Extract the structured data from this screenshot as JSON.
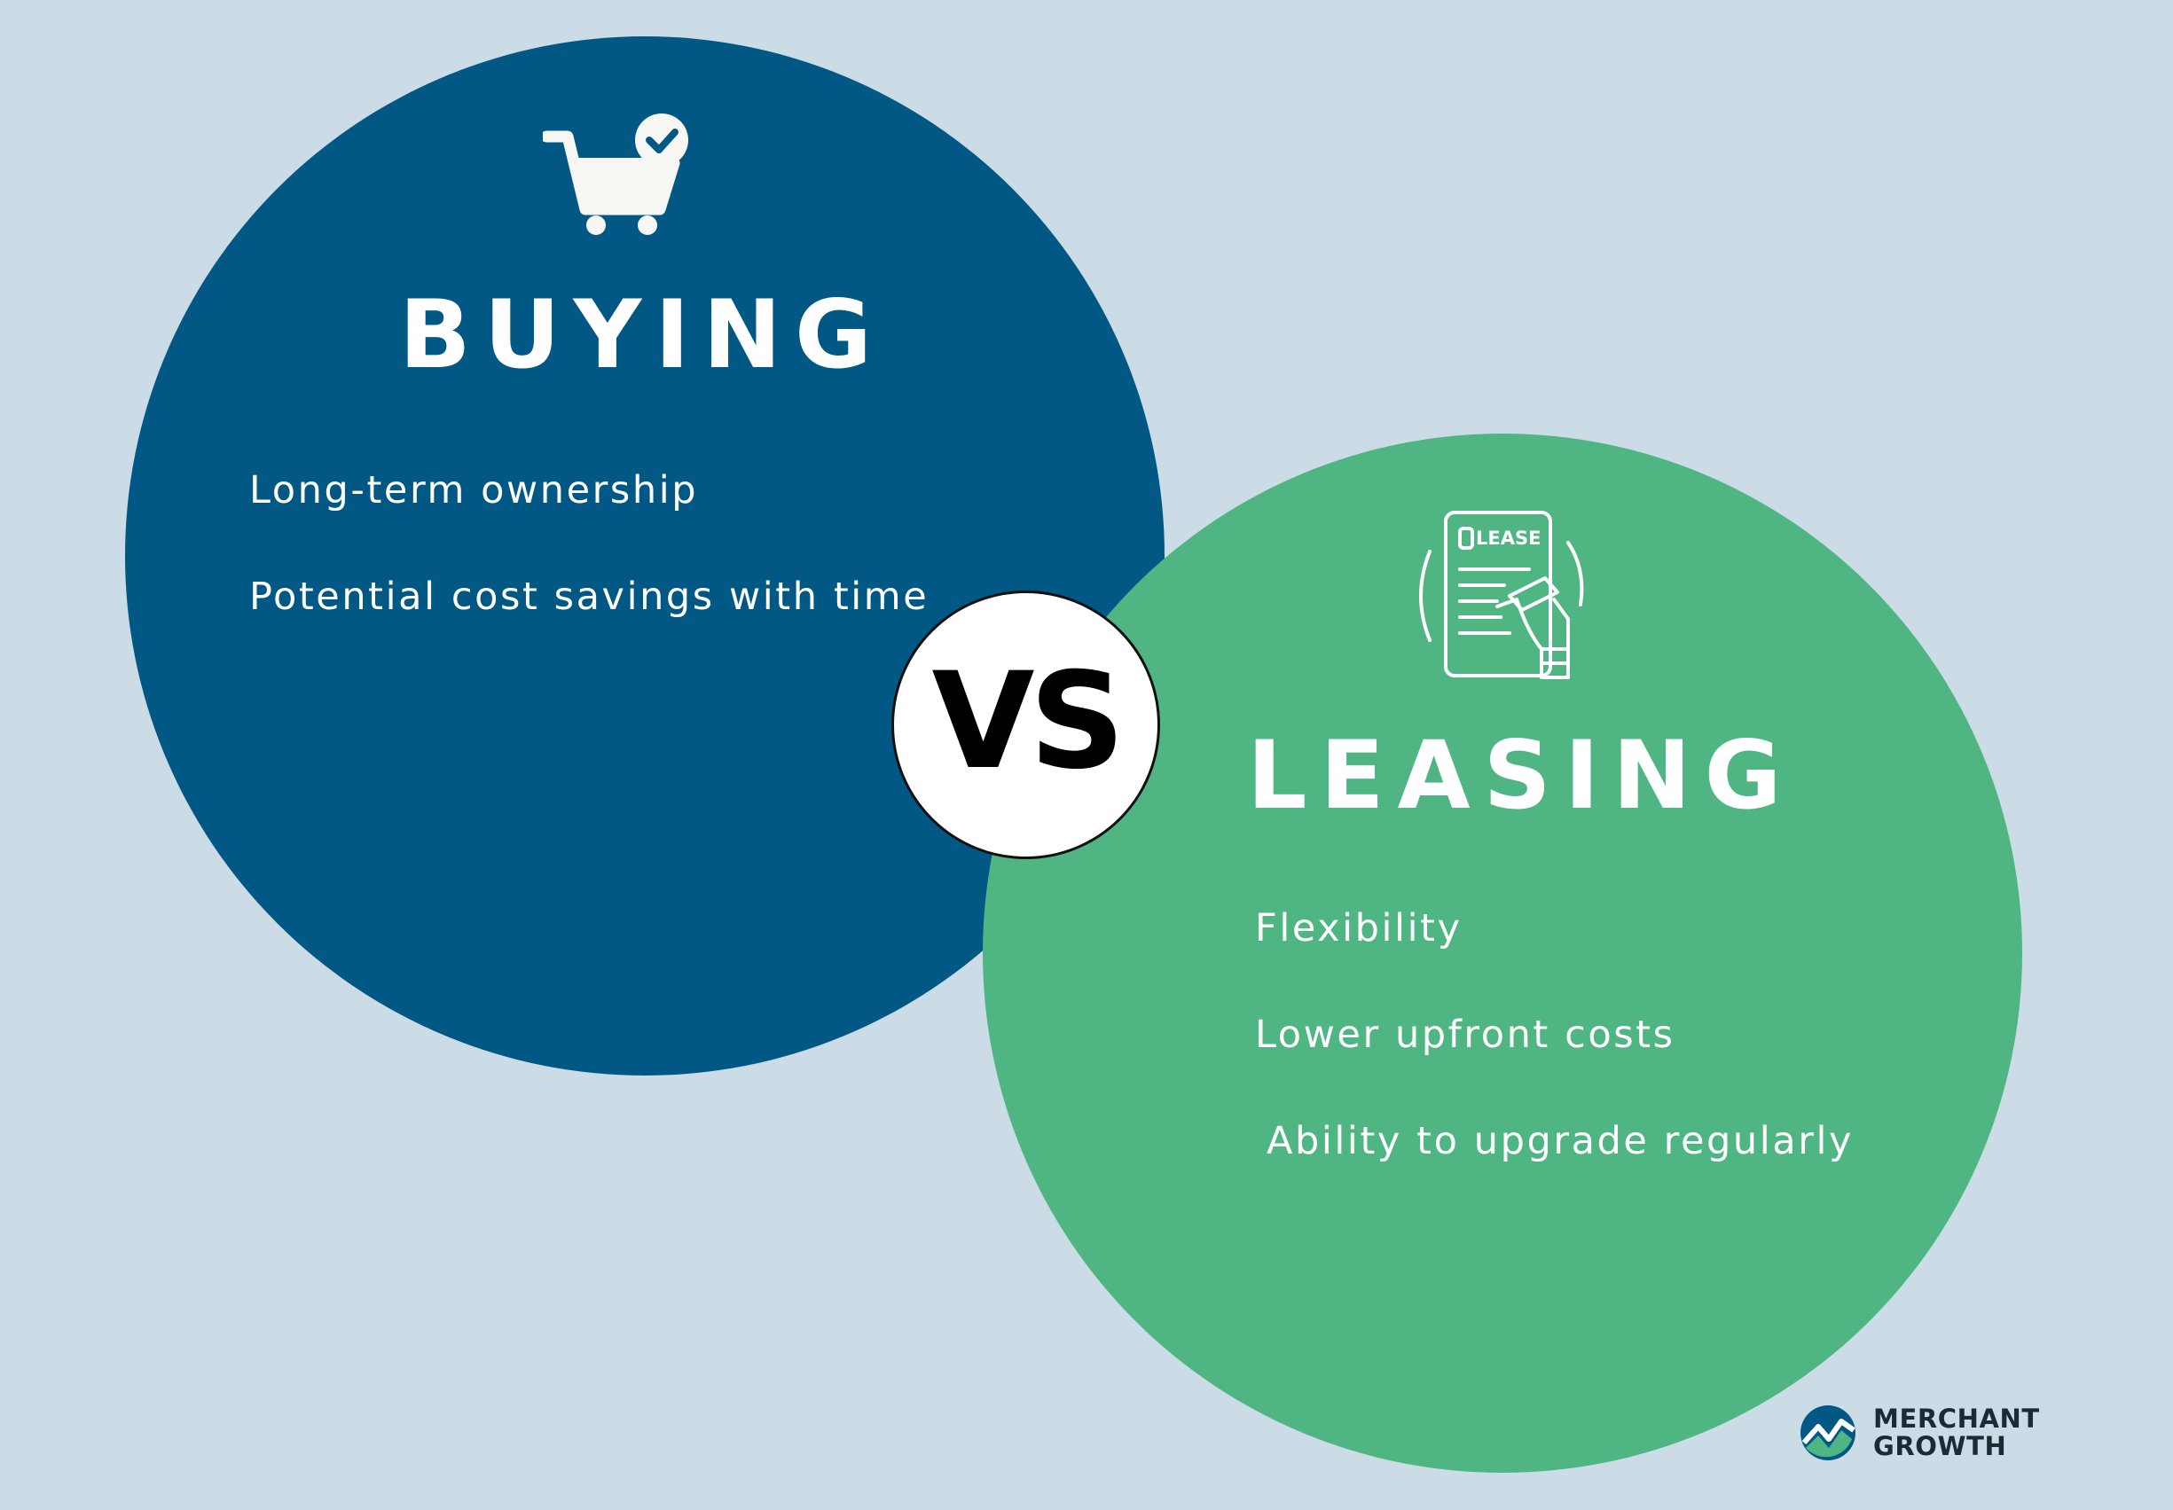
{
  "colors": {
    "background": "#cbdce7",
    "buying_circle": "#025885",
    "leasing_circle": "#4fb683",
    "text_light": "#ffffff",
    "vs_badge": "#ffffff",
    "vs_text": "#000000",
    "logo_text": "#1b2a33"
  },
  "buying": {
    "icon": "cart-check-icon",
    "title": "BUYING",
    "items": [
      "Long-term ownership",
      "Potential cost savings with time"
    ]
  },
  "vs": {
    "label": "VS"
  },
  "leasing": {
    "icon": "lease-document-icon",
    "icon_text": "LEASE",
    "title": "LEASING",
    "items": [
      "Flexibility",
      "Lower upfront costs",
      "Ability to upgrade regularly"
    ]
  },
  "logo": {
    "icon": "merchant-growth-logo-icon",
    "line1": "MERCHANT",
    "line2": "GROWTH"
  }
}
